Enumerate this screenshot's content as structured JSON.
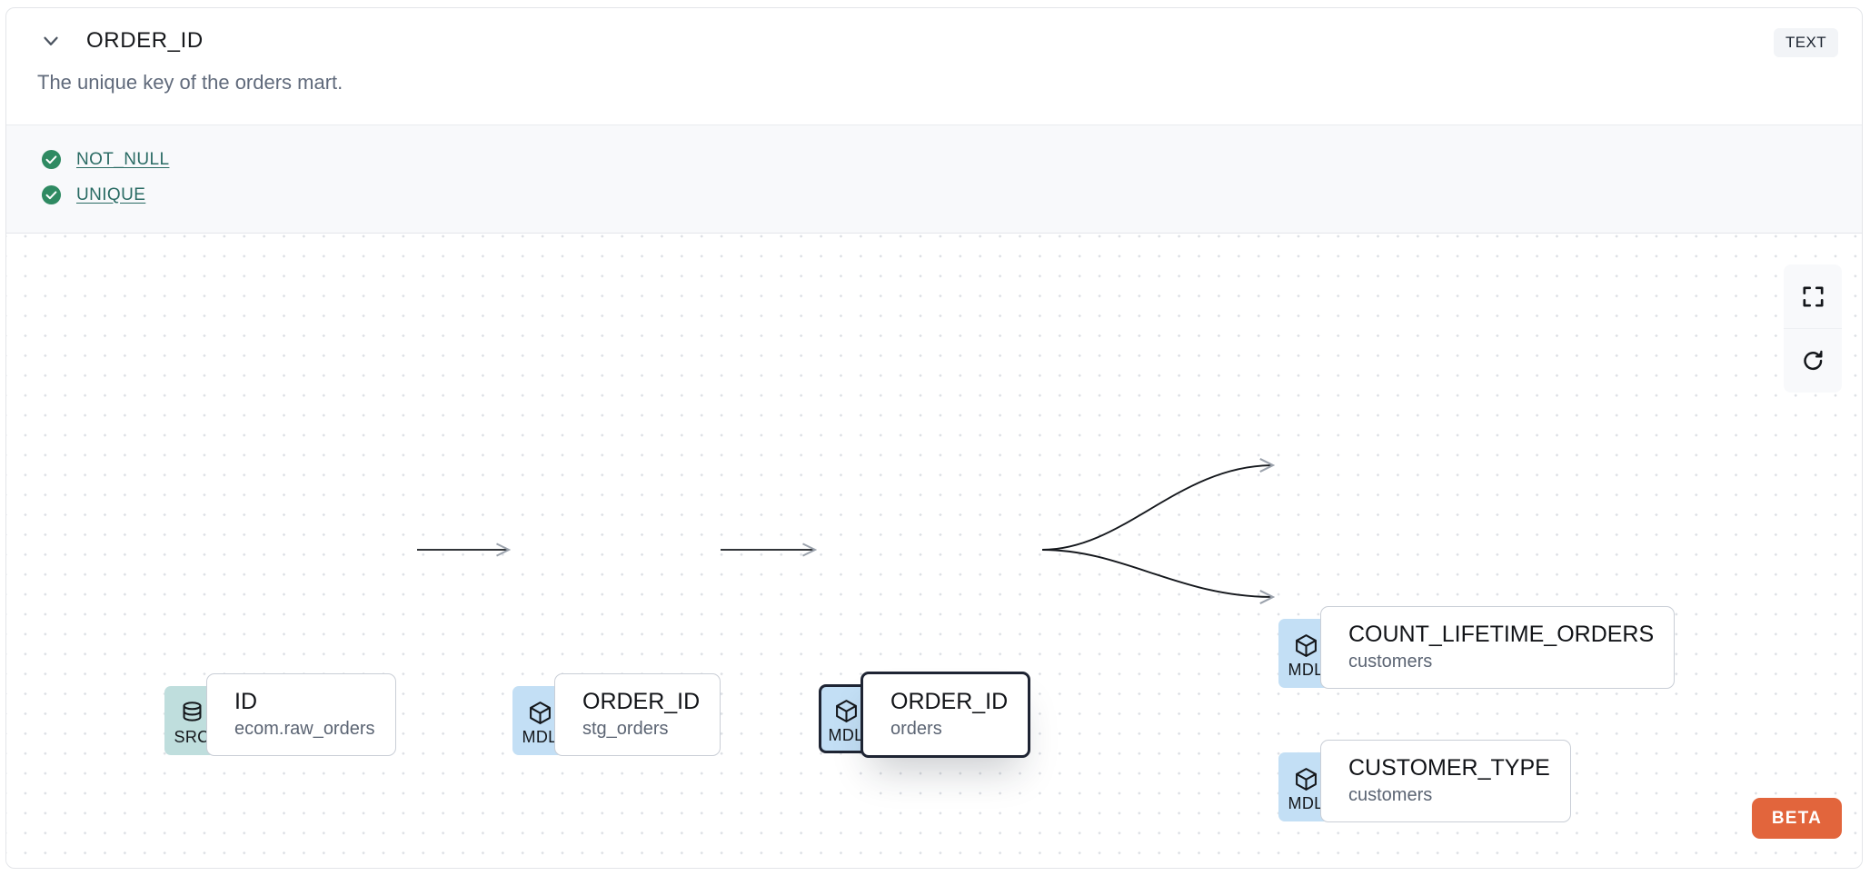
{
  "header": {
    "chevron_icon": "chevron-down-icon",
    "column_name": "ORDER_ID",
    "type_badge": "TEXT"
  },
  "description": "The unique key of the orders mart.",
  "tests": {
    "items": [
      {
        "status_icon": "check-circle-icon",
        "label": "NOT_NULL",
        "status": "pass"
      },
      {
        "status_icon": "check-circle-icon",
        "label": "UNIQUE",
        "status": "pass"
      }
    ]
  },
  "lineage": {
    "nodes": [
      {
        "id": "src_id",
        "badge": "SRC",
        "badge_icon": "database-icon",
        "name": "ID",
        "sub": "ecom.raw_orders",
        "selected": false
      },
      {
        "id": "stg_order_id",
        "badge": "MDL",
        "badge_icon": "cube-icon",
        "name": "ORDER_ID",
        "sub": "stg_orders",
        "selected": false
      },
      {
        "id": "orders_order_id",
        "badge": "MDL",
        "badge_icon": "cube-icon",
        "name": "ORDER_ID",
        "sub": "orders",
        "selected": true
      },
      {
        "id": "count_lifetime",
        "badge": "MDL",
        "badge_icon": "cube-icon",
        "name": "COUNT_LIFETIME_ORDERS",
        "sub": "customers",
        "selected": false
      },
      {
        "id": "customer_type",
        "badge": "MDL",
        "badge_icon": "cube-icon",
        "name": "CUSTOMER_TYPE",
        "sub": "customers",
        "selected": false
      }
    ],
    "controls": [
      {
        "name": "fit-view-button",
        "icon": "fullscreen-icon"
      },
      {
        "name": "reset-button",
        "icon": "refresh-icon"
      }
    ],
    "beta_label": "BETA"
  },
  "colors": {
    "src_badge": "#bfdedd",
    "mdl_badge": "#c3dff5",
    "test_pass": "#2f8a62",
    "link": "#2a6b64",
    "beta": "#e2653c",
    "selected_border": "#1e2433"
  }
}
